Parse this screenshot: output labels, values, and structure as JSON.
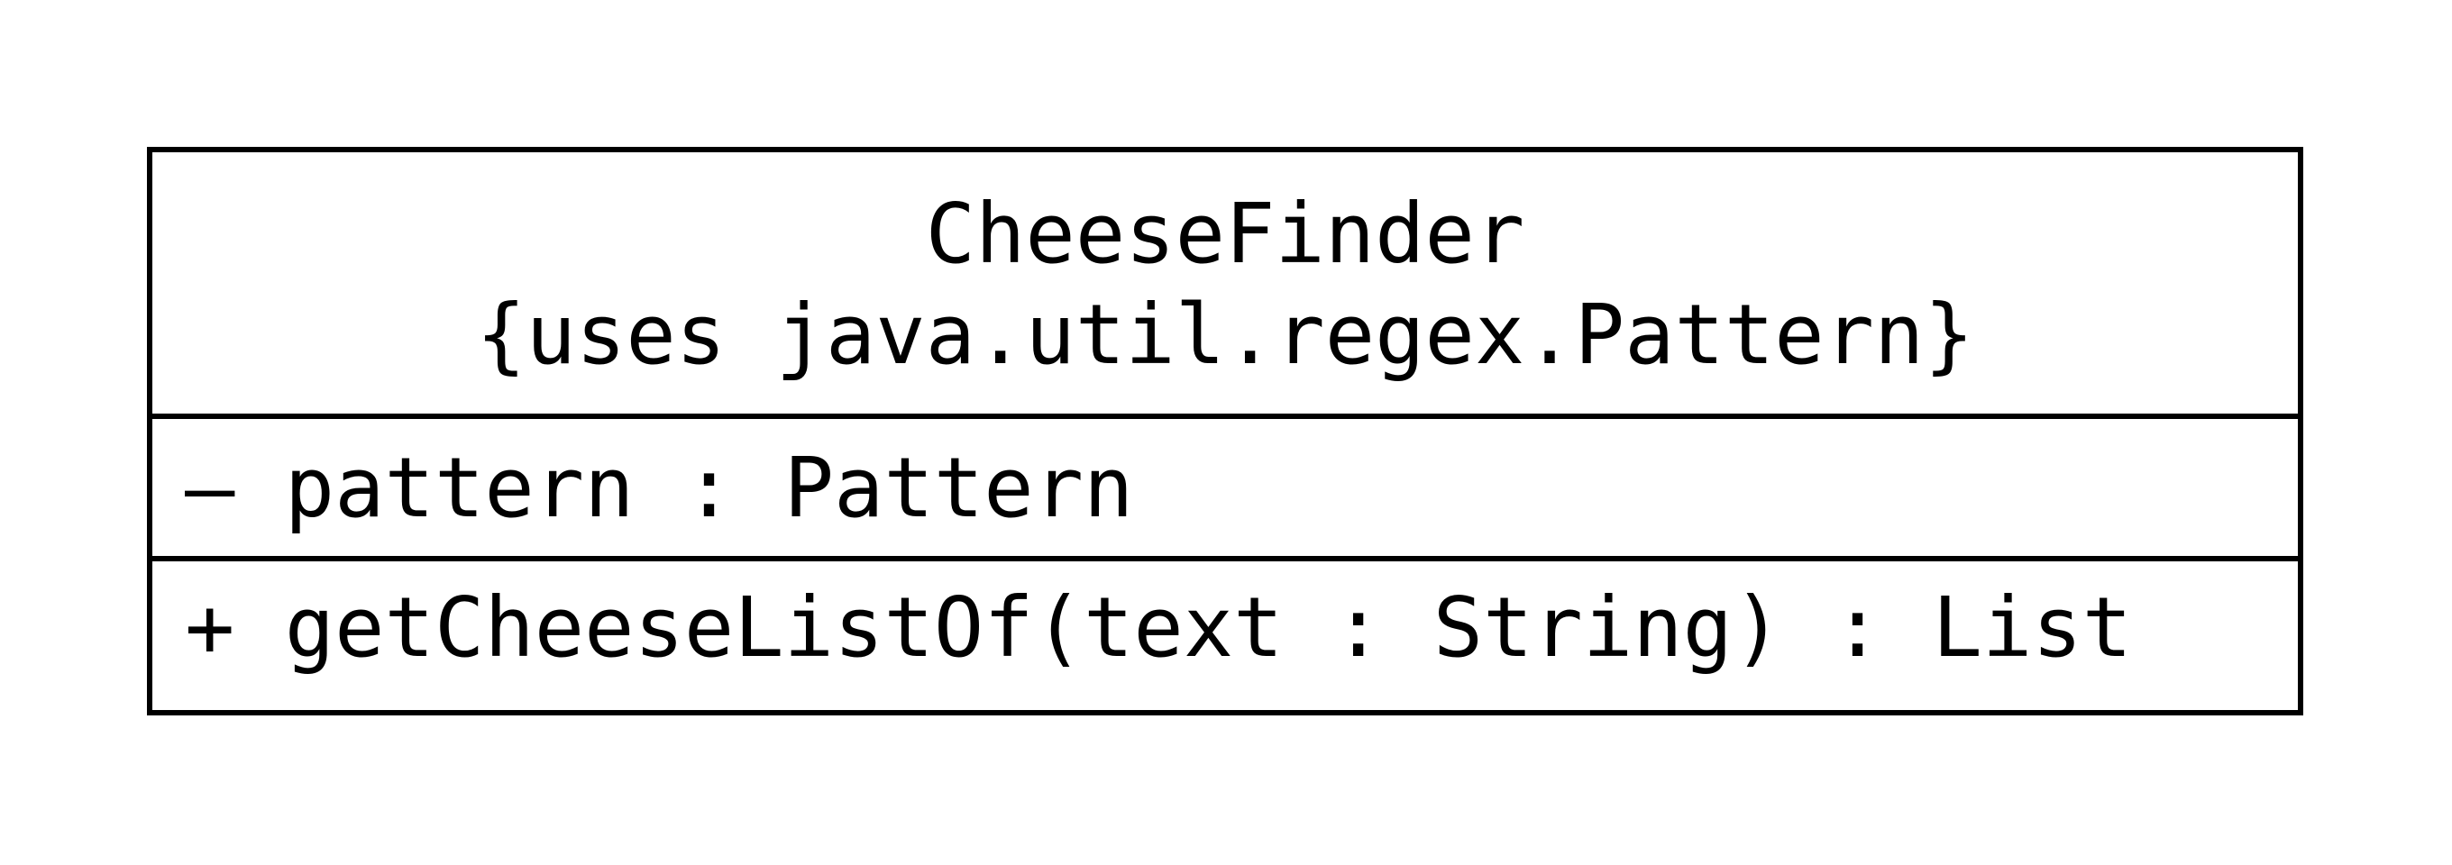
{
  "uml_class": {
    "name": "CheeseFinder",
    "stereotype": "{uses java.util.regex.Pattern}",
    "attributes": [
      {
        "text": "– pattern : Pattern"
      }
    ],
    "operations": [
      {
        "text": "+ getCheeseListOf(text : String) : List"
      }
    ]
  },
  "colors": {
    "background": "#ffffff",
    "stroke": "#000000",
    "text": "#000000"
  }
}
